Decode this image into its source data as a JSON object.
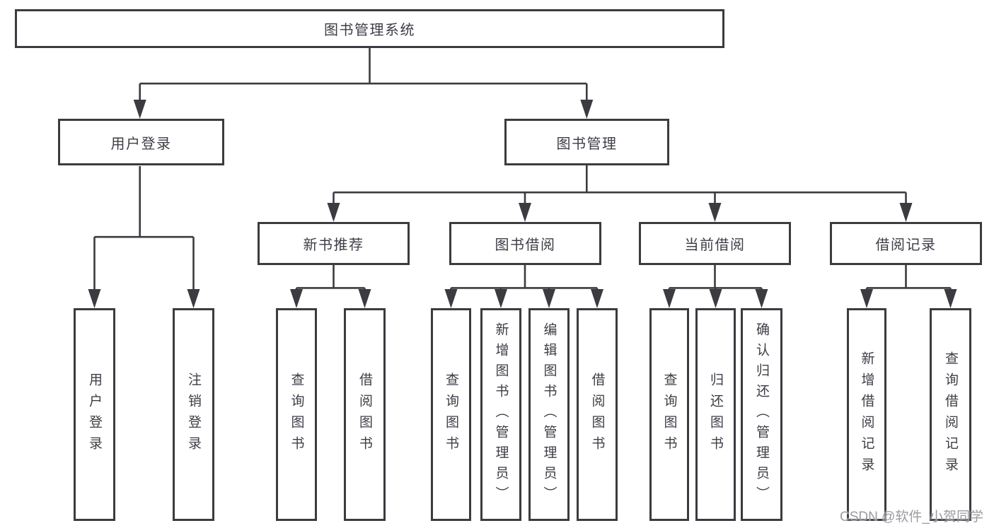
{
  "root": {
    "label": "图书管理系统"
  },
  "level2": [
    {
      "label": "用户登录"
    },
    {
      "label": "图书管理"
    }
  ],
  "level3": [
    {
      "label": "新书推荐"
    },
    {
      "label": "图书借阅"
    },
    {
      "label": "当前借阅"
    },
    {
      "label": "借阅记录"
    }
  ],
  "leaves": [
    {
      "label": "用户登录"
    },
    {
      "label": "注销登录"
    },
    {
      "label": "查询图书"
    },
    {
      "label": "借阅图书"
    },
    {
      "label": "查询图书"
    },
    {
      "label": "新增图书（管理员）"
    },
    {
      "label": "编辑图书（管理员）"
    },
    {
      "label": "借阅图书"
    },
    {
      "label": "查询图书"
    },
    {
      "label": "归还图书"
    },
    {
      "label": "确认归还（管理员）"
    },
    {
      "label": "新增借阅记录"
    },
    {
      "label": "查询借阅记录"
    }
  ],
  "watermark": {
    "text": "CSDN @软件_小贺同学"
  },
  "colors": {
    "line": "#3b3b40",
    "text": "#3d3d46",
    "watermark": "#9b9ba1",
    "background": "#ffffff"
  }
}
